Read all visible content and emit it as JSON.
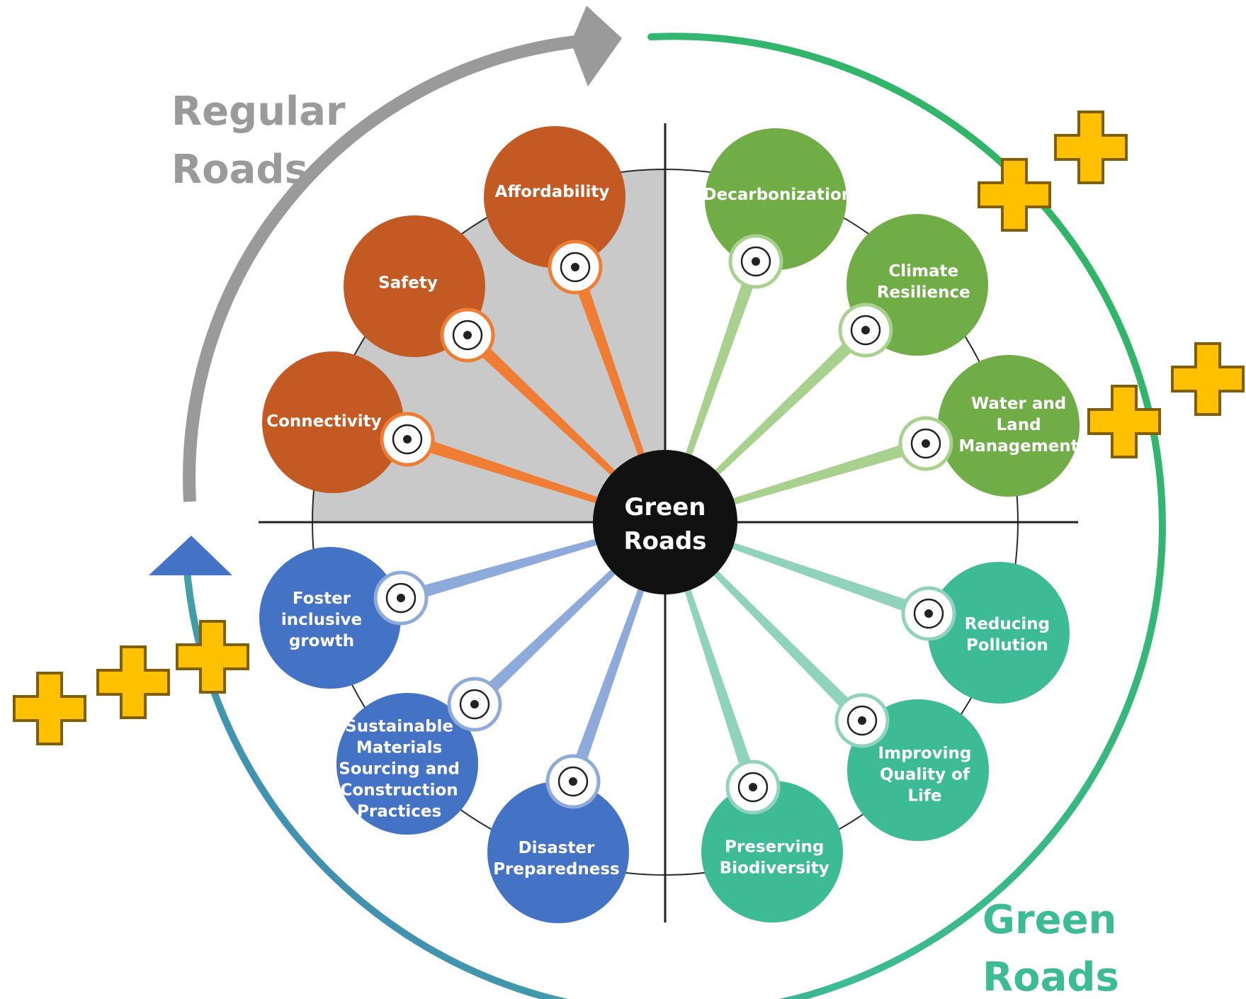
{
  "hub": {
    "label_lines": [
      "Green",
      "Roads"
    ]
  },
  "regular_roads": {
    "label_lines": [
      "Regular",
      "Roads"
    ]
  },
  "green_roads": {
    "label_lines": [
      "Green",
      "Roads"
    ]
  },
  "nodes": [
    {
      "id": "connectivity",
      "label_lines": [
        "Connectivity"
      ],
      "icon": "network-nodes-icon",
      "group": "regular"
    },
    {
      "id": "safety",
      "label_lines": [
        "Safety"
      ],
      "icon": "traffic-cone-icon",
      "group": "regular"
    },
    {
      "id": "affordability",
      "label_lines": [
        "Affordability"
      ],
      "icon": "money-stack-icon",
      "group": "regular"
    },
    {
      "id": "decarbonization",
      "label_lines": [
        "Decarbonization"
      ],
      "icon": "co2-cycle-icon",
      "group": "green"
    },
    {
      "id": "climate-resilience",
      "label_lines": [
        "Climate",
        "Resilience"
      ],
      "icon": "globe-thermometer-icon",
      "group": "green"
    },
    {
      "id": "water-land",
      "label_lines": [
        "Water and",
        "Land",
        "Management"
      ],
      "icon": "water-drop-icon",
      "group": "green"
    },
    {
      "id": "reducing-pollution",
      "label_lines": [
        "Reducing",
        "Pollution"
      ],
      "icon": "factory-pollution-icon",
      "group": "teal"
    },
    {
      "id": "quality-of-life",
      "label_lines": [
        "Improving",
        "Quality of",
        "Life"
      ],
      "icon": "heart-hands-icon",
      "group": "teal"
    },
    {
      "id": "biodiversity",
      "label_lines": [
        "Preserving",
        "Biodiversity"
      ],
      "icon": "ecosystem-icon",
      "group": "teal"
    },
    {
      "id": "disaster",
      "label_lines": [
        "Disaster",
        "Preparedness"
      ],
      "icon": "flooded-car-icon",
      "group": "blue"
    },
    {
      "id": "materials",
      "label_lines": [
        "Sustainable",
        "Materials",
        "Sourcing and",
        "Construction",
        "Practices"
      ],
      "icon": "recycle-leaf-icon",
      "group": "blue"
    },
    {
      "id": "inclusive-growth",
      "label_lines": [
        "Foster",
        "inclusive",
        "growth"
      ],
      "icon": "hands-together-icon",
      "group": "blue"
    }
  ],
  "colors": {
    "regular": "#c35a24",
    "regular_spoke": "#ef7d34",
    "green": "#70ad47",
    "green_spoke": "#a9d18e",
    "teal": "#3dbb95",
    "teal_spoke": "#8fd3bd",
    "blue": "#4472c4",
    "blue_spoke": "#8eaadb",
    "hub": "#111111",
    "quadrant_fill": "#c9c9c9",
    "gray_arrow": "#9a9a9a",
    "plus_fill": "#ffc000",
    "plus_stroke": "#7f5f00"
  },
  "plus_marks": [
    "plus-sign-icon",
    "plus-sign-icon",
    "plus-sign-icon",
    "plus-sign-icon",
    "plus-sign-icon",
    "plus-sign-icon",
    "plus-sign-icon"
  ]
}
